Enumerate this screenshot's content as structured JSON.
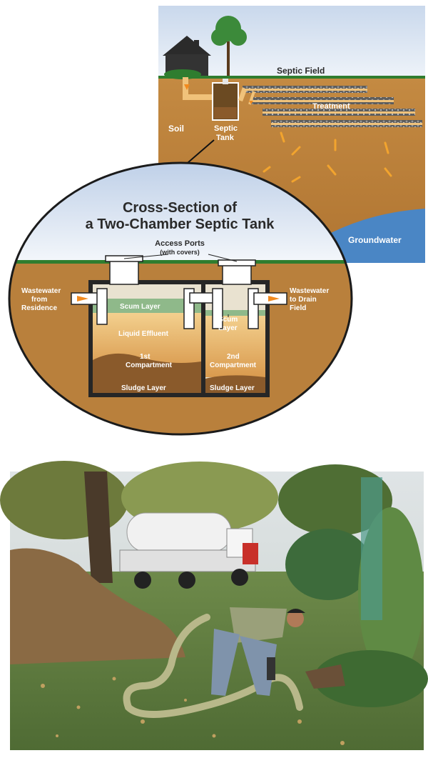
{
  "diagram": {
    "title_line1": "Cross-Section of",
    "title_line2": "a Two-Chamber Septic Tank",
    "labels": {
      "septic_field": "Septic Field",
      "treatment": "Treatment",
      "soil": "Soil",
      "septic_tank_1": "Septic",
      "septic_tank_2": "Tank",
      "groundwater": "Groundwater",
      "access_ports": "Access Ports",
      "with_covers": "(with covers)",
      "wastewater_from_1": "Wastewater",
      "wastewater_from_2": "from",
      "wastewater_from_3": "Residence",
      "wastewater_to_1": "Wastewater",
      "wastewater_to_2": "to Drain",
      "wastewater_to_3": "Field",
      "scum_layer": "Scum Layer",
      "scum_2_1": "Scum",
      "scum_2_2": "Layer",
      "liquid_effluent": "Liquid Effluent",
      "first_1": "1st",
      "first_2": "Compartment",
      "second_1": "2nd",
      "second_2": "Compartment",
      "sludge_1": "Sludge Layer",
      "sludge_2": "Sludge Layer"
    },
    "colors": {
      "soil": "#b9803c",
      "sky": "#dde7f3",
      "grass": "#2f7d2f",
      "groundwater": "#4a86c5",
      "scum": "#8fb98a",
      "effluent": "#e8b06a",
      "sludge": "#8a5a2b",
      "pipe": "#f0c27a",
      "arrow": "#f28a1e"
    }
  },
  "photo": {
    "subject": "septic-pumping-scene"
  }
}
